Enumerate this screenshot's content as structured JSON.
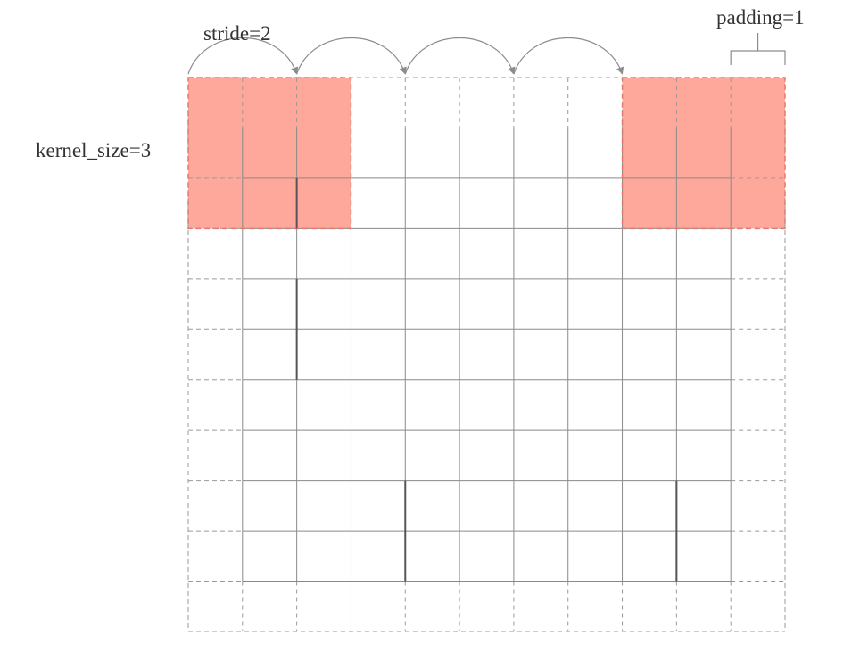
{
  "labels": {
    "stride": "stride=2",
    "padding": "padding=1",
    "kernel_size": "kernel_size=3"
  },
  "grid": {
    "rows": 11,
    "cols": 11
  },
  "kernel_windows": [
    {
      "row": 0,
      "col": 0,
      "size": 3
    },
    {
      "row": 0,
      "col": 8,
      "size": 3
    }
  ],
  "stride_jumps": 4,
  "colors": {
    "kernel_fill": "#fda192",
    "kernel_edge": "#e6796b",
    "grid_line": "#8a8a8a",
    "padding_line": "#9a9a9a",
    "arrow": "#8c8c8c",
    "text": "#333333"
  }
}
